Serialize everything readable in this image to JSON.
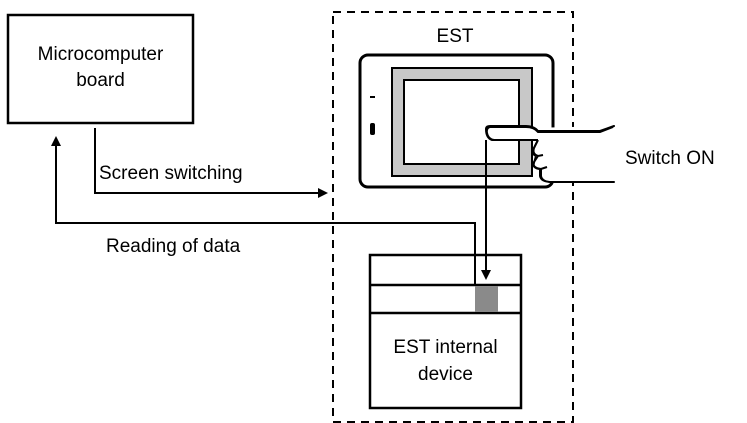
{
  "diagram": {
    "nodes": {
      "microcomputer_board": {
        "line1": "Microcomputer",
        "line2": "board"
      },
      "est": {
        "title": "EST"
      },
      "est_internal_device": {
        "line1": "EST internal",
        "line2": "device"
      }
    },
    "edges": {
      "screen_switching": "Screen switching",
      "reading_of_data": "Reading of data"
    },
    "annotations": {
      "switch_on": "Switch ON"
    }
  },
  "colors": {
    "ink": "#000000",
    "panel_gray": "#c8c8c8",
    "memory_cell_gray": "#8a8a8a",
    "background": "#ffffff"
  }
}
